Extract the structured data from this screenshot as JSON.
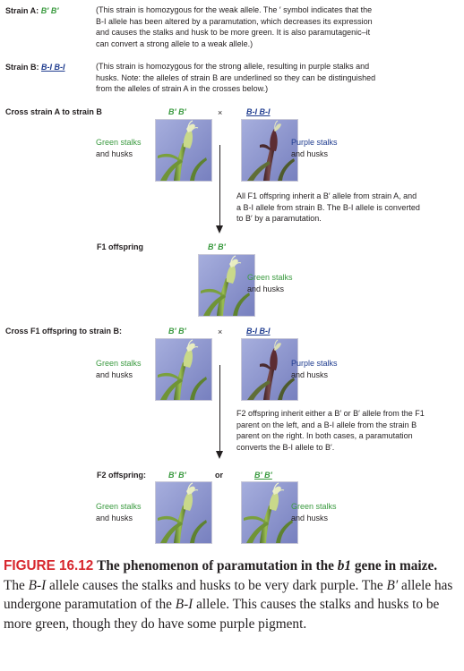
{
  "strainA": {
    "label": "Strain A:",
    "genotype": "B′ B′",
    "desc_l1": "(This strain is homozygous for the weak allele. The ′ symbol indicates that the",
    "desc_l2": "B-I allele has been altered by a paramutation, which decreases its expression",
    "desc_l3": "and causes the stalks and husk to be more green. It is also paramutagenic–it",
    "desc_l4": "can convert a strong allele to a weak allele.)"
  },
  "strainB": {
    "label": "Strain B:",
    "genotype": "B-I B-I",
    "desc_l1": "(This strain is homozygous for the strong allele, resulting in purple stalks and",
    "desc_l2": "husks. Note: the alleles of strain B are underlined so they can be distinguished",
    "desc_l3": "from the alleles of strain A in the crosses below.)"
  },
  "cross1": {
    "label": "Cross strain A to strain B",
    "left_genotype": "B′ B′",
    "times": "×",
    "right_genotype": "B-I B-I",
    "left_pheno_1": "Green stalks",
    "left_pheno_2": "and husks",
    "right_pheno_1": "Purple stalks",
    "right_pheno_2": "and husks",
    "note_l1": "All F1 offspring inherit a B′ allele from strain A, and",
    "note_l2": "a B-I allele from strain B. The B-I allele is converted",
    "note_l3": "to B′ by a paramutation."
  },
  "f1": {
    "label": "F1 offspring",
    "genotype": "B′ B′",
    "pheno_1": "Green stalks",
    "pheno_2": "and husks"
  },
  "cross2": {
    "label": "Cross F1 offspring to strain B:",
    "left_genotype": "B′ B′",
    "times": "×",
    "right_genotype": "B-I B-I",
    "left_pheno_1": "Green stalks",
    "left_pheno_2": "and husks",
    "right_pheno_1": "Purple stalks",
    "right_pheno_2": "and husks",
    "note_l1": "F2 offspring inherit either a B′ or B′ allele from the F1",
    "note_l2": "parent on the left, and a B-I allele from the strain B",
    "note_l3": "parent on the right. In both cases, a paramutation",
    "note_l4": "converts the B-I allele to B′."
  },
  "f2": {
    "label": "F2 offspring:",
    "left_genotype": "B′ B′",
    "or": "or",
    "right_genotype": "B′ B′",
    "left_pheno_1": "Green stalks",
    "left_pheno_2": "and husks",
    "right_pheno_1": "Green stalks",
    "right_pheno_2": "and husks"
  },
  "caption": {
    "figure_label": "FIGURE 16.12",
    "title_1": "The phenomenon of paramutation in the",
    "gene": "b1",
    "title_2": "gene in maize.",
    "body_1": "The",
    "allele_bi": "B-I",
    "body_2": "allele causes the stalks and husks to be very dark purple. The",
    "allele_bp": "B′",
    "body_3": "allele has undergone paramutation of the",
    "allele_bi_2": "B-I",
    "body_4": "allele. This causes the stalks and husks to be more green, though they do have some purple pigment."
  },
  "colors": {
    "green_text": "#3a9a3f",
    "purple_text": "#1f3c8f",
    "figure_label": "#d7272e",
    "photo_background": "#8c95cf"
  }
}
